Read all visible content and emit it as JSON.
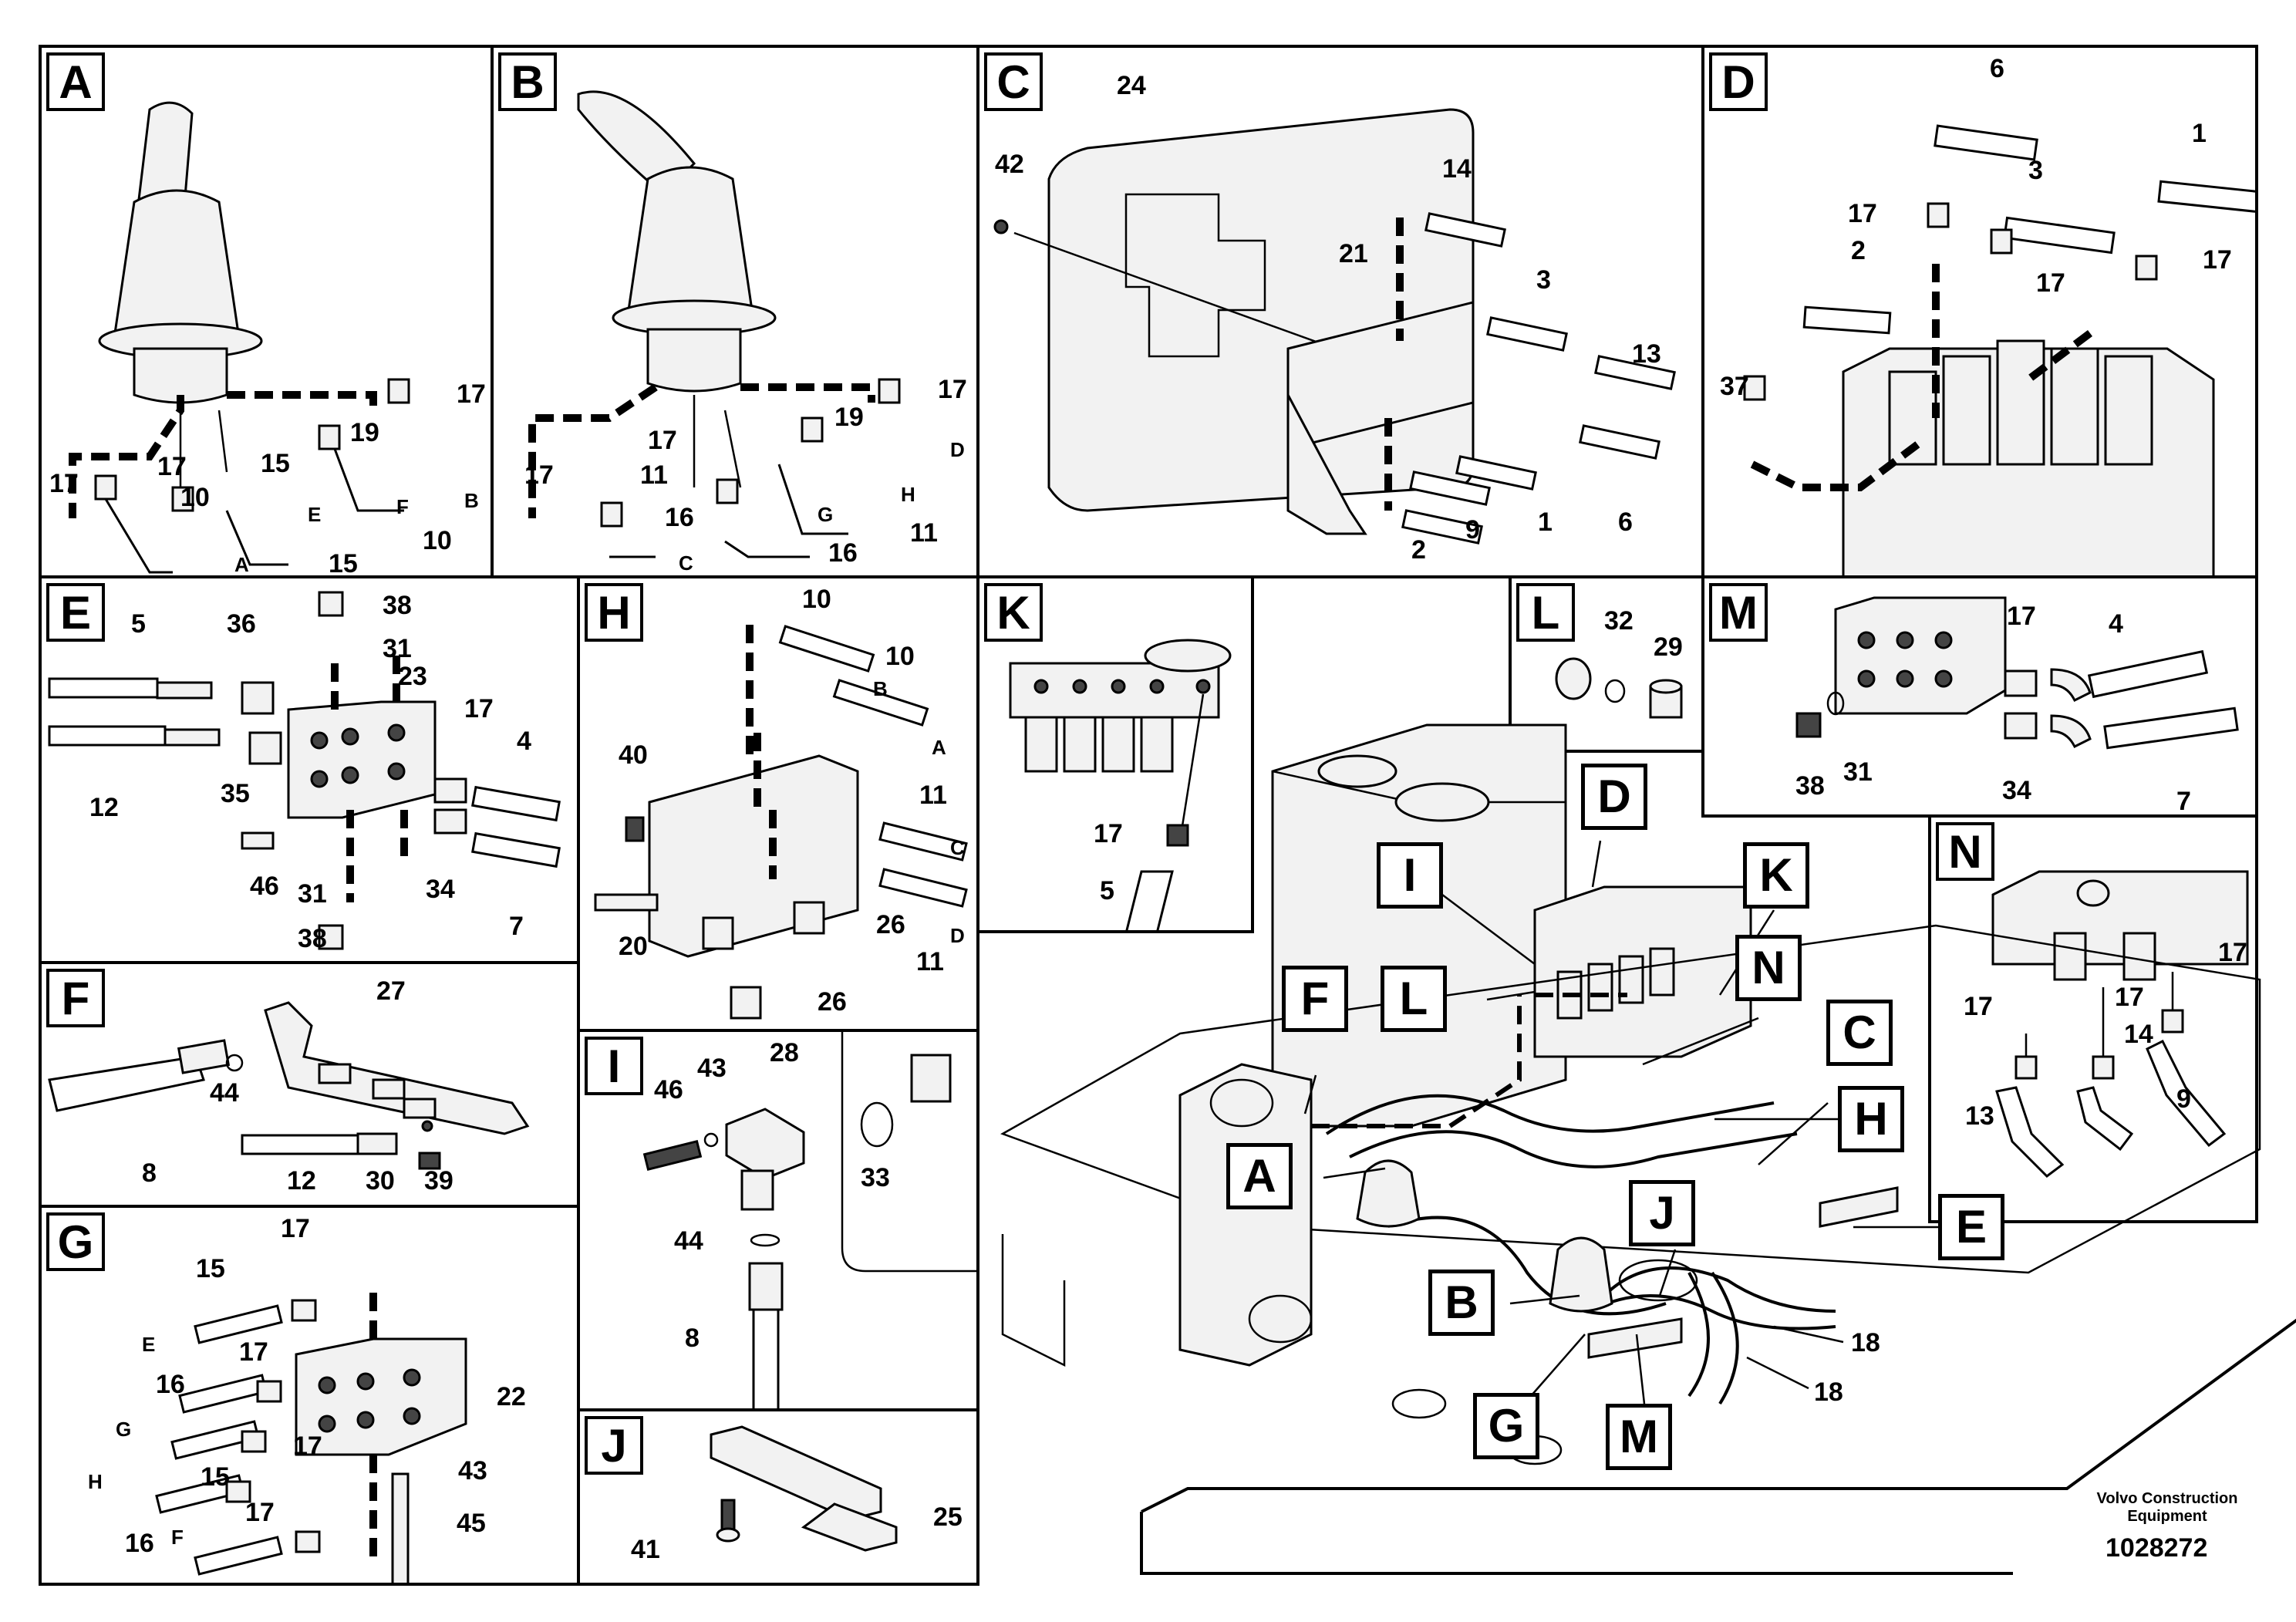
{
  "figure": {
    "credit_line1": "Volvo Construction",
    "credit_line2": "Equipment",
    "doc_number": "1028272"
  },
  "panels": {
    "A": {
      "tag": "A",
      "labels": [
        "17",
        "17",
        "17",
        "17",
        "19",
        "15",
        "15",
        "10",
        "10",
        "A",
        "E",
        "F",
        "B"
      ]
    },
    "B": {
      "tag": "B",
      "labels": [
        "17",
        "17",
        "17",
        "19",
        "11",
        "16",
        "16",
        "11",
        "C",
        "G",
        "H",
        "D"
      ]
    },
    "C": {
      "tag": "C",
      "labels": [
        "24",
        "42",
        "14",
        "21",
        "3",
        "13",
        "2",
        "9",
        "1",
        "6"
      ]
    },
    "D": {
      "tag": "D",
      "labels": [
        "6",
        "3",
        "1",
        "17",
        "17",
        "17",
        "2",
        "37"
      ]
    },
    "E": {
      "tag": "E",
      "labels": [
        "5",
        "36",
        "38",
        "31",
        "23",
        "17",
        "4",
        "12",
        "35",
        "46",
        "34",
        "7",
        "31",
        "38"
      ]
    },
    "F": {
      "tag": "F",
      "labels": [
        "27",
        "8",
        "44",
        "12",
        "30",
        "39"
      ]
    },
    "G": {
      "tag": "G",
      "labels": [
        "17",
        "15",
        "E",
        "17",
        "16",
        "22",
        "G",
        "17",
        "H",
        "43",
        "15",
        "17",
        "45",
        "16",
        "F"
      ]
    },
    "H": {
      "tag": "H",
      "labels": [
        "10",
        "10",
        "B",
        "A",
        "40",
        "11",
        "C",
        "11",
        "20",
        "26",
        "D",
        "26"
      ]
    },
    "I": {
      "tag": "I",
      "labels": [
        "46",
        "43",
        "28",
        "33",
        "44",
        "8"
      ]
    },
    "J": {
      "tag": "J",
      "labels": [
        "25",
        "41"
      ]
    },
    "K": {
      "tag": "K",
      "labels": [
        "17",
        "5"
      ]
    },
    "L": {
      "tag": "L",
      "labels": [
        "32",
        "29"
      ]
    },
    "M": {
      "tag": "M",
      "labels": [
        "17",
        "4",
        "38",
        "31",
        "34",
        "7"
      ]
    },
    "N": {
      "tag": "N",
      "labels": [
        "17",
        "17",
        "17",
        "13",
        "14",
        "9"
      ]
    }
  },
  "overview": {
    "callouts": [
      "D",
      "I",
      "K",
      "N",
      "F",
      "L",
      "C",
      "A",
      "H",
      "J",
      "E",
      "B",
      "G",
      "M"
    ],
    "labels": [
      "18",
      "18"
    ]
  }
}
